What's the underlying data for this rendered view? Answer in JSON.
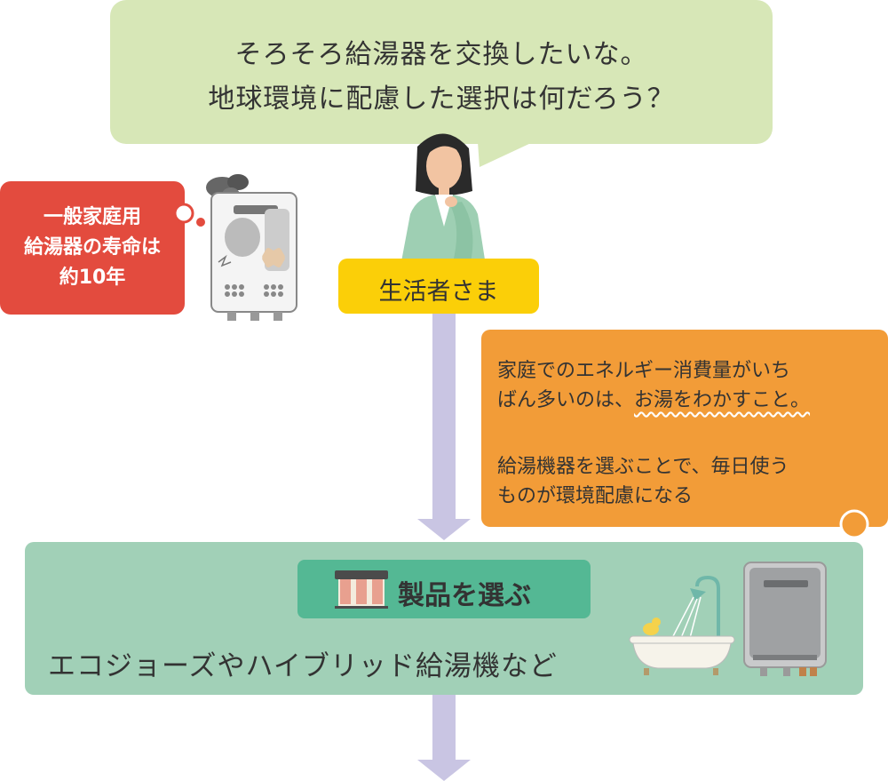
{
  "speech": {
    "line1": "そろそろ給湯器を交換したいな。",
    "line2": "地球環境に配慮した選択は何だろう？"
  },
  "lifespan_note": {
    "line1": "一般家庭用",
    "line2": "給湯器の寿命は",
    "line3": "約10年"
  },
  "person_label": "生活者さま",
  "info_note": {
    "line1": "家庭でのエネルギー消費量がいち",
    "line2_prefix": "ばん多いのは、",
    "line2_emphasis": "お湯をわかすこと。",
    "line3": "給湯機器を選ぶことで、毎日使う",
    "line4": "ものが環境配慮になる"
  },
  "step": {
    "tag": "製品を選ぶ",
    "products": "エコジョーズやハイブリッド給湯機など"
  },
  "colors": {
    "speech_bg": "#d7e7b7",
    "lifespan_bg": "#e34b3e",
    "label_bg": "#fbcf08",
    "info_bg": "#f29c38",
    "step_bg": "#a1d0b7",
    "tag_bg": "#54b894",
    "arrow": "#c9c5e3"
  },
  "icons": [
    "broken-water-heater-icon",
    "woman-thinking-illustration",
    "shop-icon",
    "bathtub-shower-icon",
    "water-heater-icon"
  ]
}
